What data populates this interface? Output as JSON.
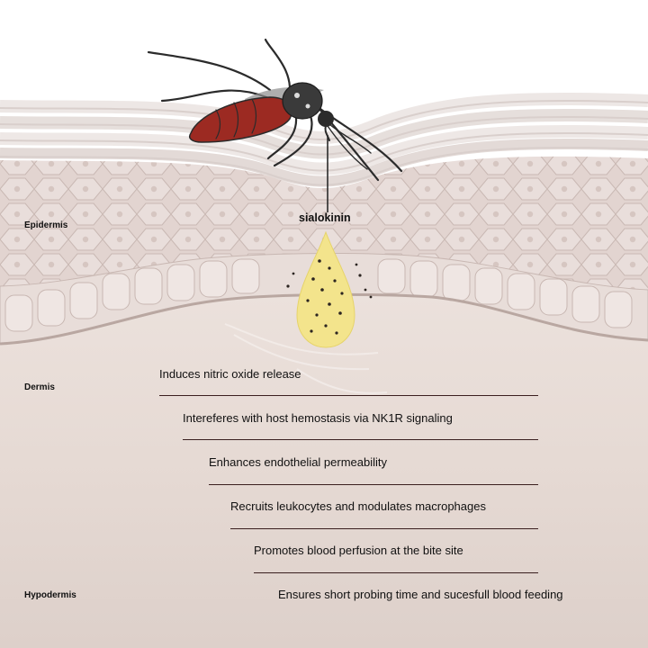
{
  "layers": {
    "epidermis": "Epidermis",
    "dermis": "Dermis",
    "hypodermis": "Hypodermis"
  },
  "molecule": "sialokinin",
  "effects": [
    "Induces nitric oxide release",
    "Intereferes with host hemostasis via NK1R signaling",
    "Enhances endothelial permeability",
    "Recruits leukocytes and modulates macrophages",
    "Promotes blood perfusion at the bite site",
    "Ensures short probing time and sucesfull blood feeding"
  ],
  "colors": {
    "dermis": "#e8dcd6",
    "epidermis": "#e6dad6",
    "stratum_corneum": "#f2ecea",
    "saliva_droplet": "#f3e48c",
    "mosquito_abdomen": "#9c2a22",
    "divider_line": "#3a1f1f"
  }
}
